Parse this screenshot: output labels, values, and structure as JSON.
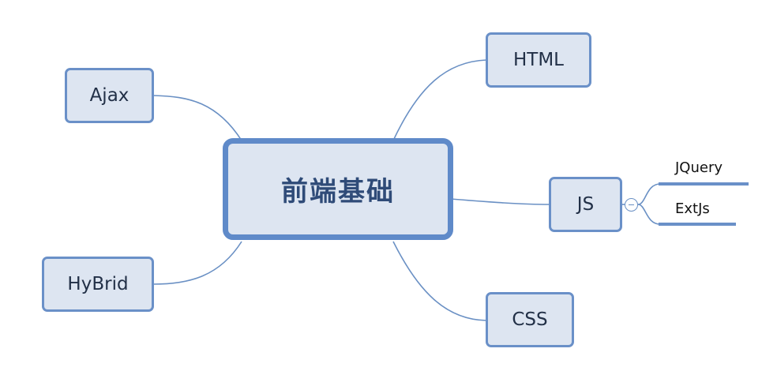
{
  "mindmap": {
    "central": {
      "label": "前端基础"
    },
    "nodes": {
      "ajax": {
        "label": "Ajax"
      },
      "hybrid": {
        "label": "HyBrid"
      },
      "html": {
        "label": "HTML"
      },
      "js": {
        "label": "JS"
      },
      "css": {
        "label": "CSS"
      }
    },
    "js_children": [
      {
        "label": "JQuery"
      },
      {
        "label": "ExtJs"
      }
    ],
    "js_collapse_icon": "minus-circle-icon"
  },
  "colors": {
    "node_fill": "#dde5f1",
    "node_border": "#6a90c8",
    "central_border": "#5f8ac9",
    "central_text": "#2f4b78",
    "connector": "#6a90c4"
  }
}
